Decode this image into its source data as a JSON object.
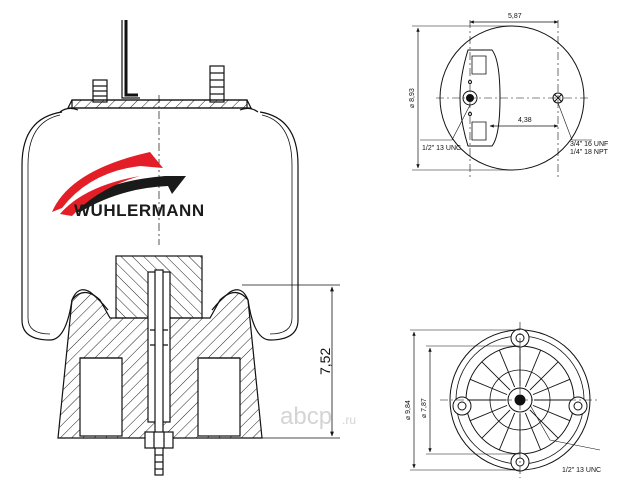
{
  "brand": {
    "name": "WUHLERMANN",
    "swoosh_colors": [
      "#e41e26",
      "#1a1a1a"
    ]
  },
  "watermark": {
    "main": "abcp",
    "suffix": ".ru"
  },
  "side_view": {
    "height_dimension": "7,52"
  },
  "top_view": {
    "width_dimension": "5,87",
    "offset_dimension": "4,38",
    "diameter_dimension": "⌀ 8,93",
    "left_callout": "1/2\" 13 UNC",
    "right_callout_1": "3/4\" 16 UNF",
    "right_callout_2": "1/4\" 18 NPT"
  },
  "bottom_view": {
    "outer_diameter": "⌀ 9,84",
    "inner_diameter": "⌀ 7,87",
    "callout": "1/2\" 13 UNC"
  },
  "colors": {
    "line": "#111111",
    "hatch": "#222222",
    "watermark": "#d4d4d4",
    "brand_red": "#e41e26"
  }
}
